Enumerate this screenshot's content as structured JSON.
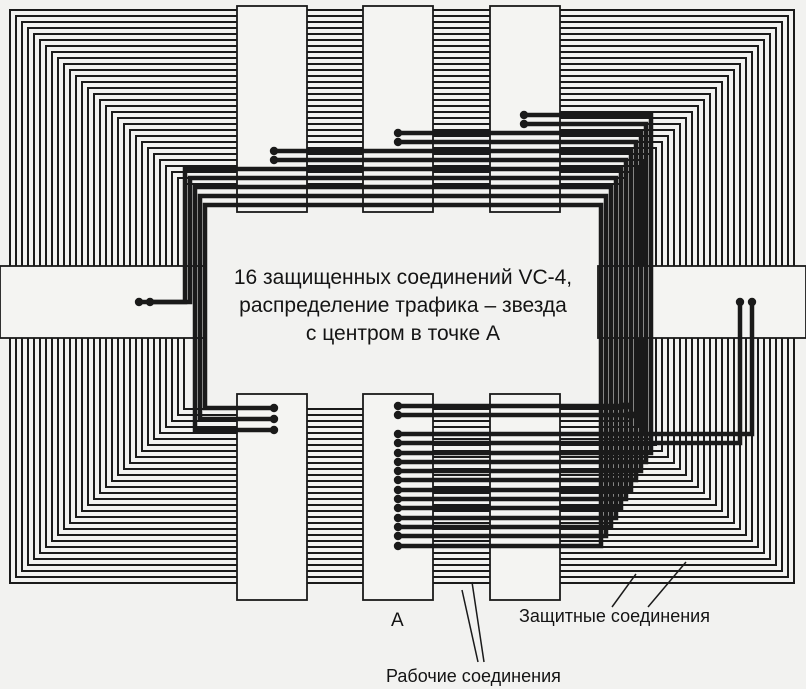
{
  "diagram": {
    "title_lines": [
      "16 защищенных соединений VC-4,",
      "распределение трафика – звезда",
      "с центром в точке А"
    ],
    "hub_node_label": "А",
    "protection_label": "Защитные соединения",
    "working_label": "Рабочие соединения",
    "connection_count": 16,
    "topology": "star",
    "line_color": "#1a1a1a"
  }
}
